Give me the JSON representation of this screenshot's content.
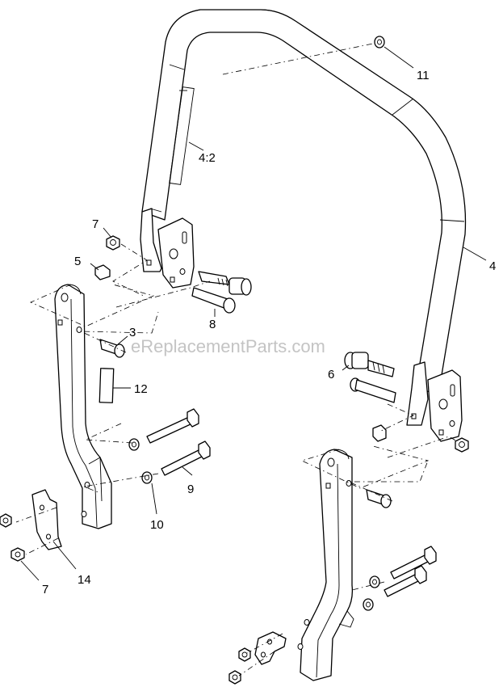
{
  "watermark": "eReplacementParts.com",
  "callouts": {
    "c11": "11",
    "c4_2": "4:2",
    "c4": "4",
    "c7_top": "7",
    "c5": "5",
    "c8": "8",
    "c3": "3",
    "c6": "6",
    "c12": "12",
    "c9": "9",
    "c10": "10",
    "c14": "14",
    "c7_bottom": "7"
  }
}
